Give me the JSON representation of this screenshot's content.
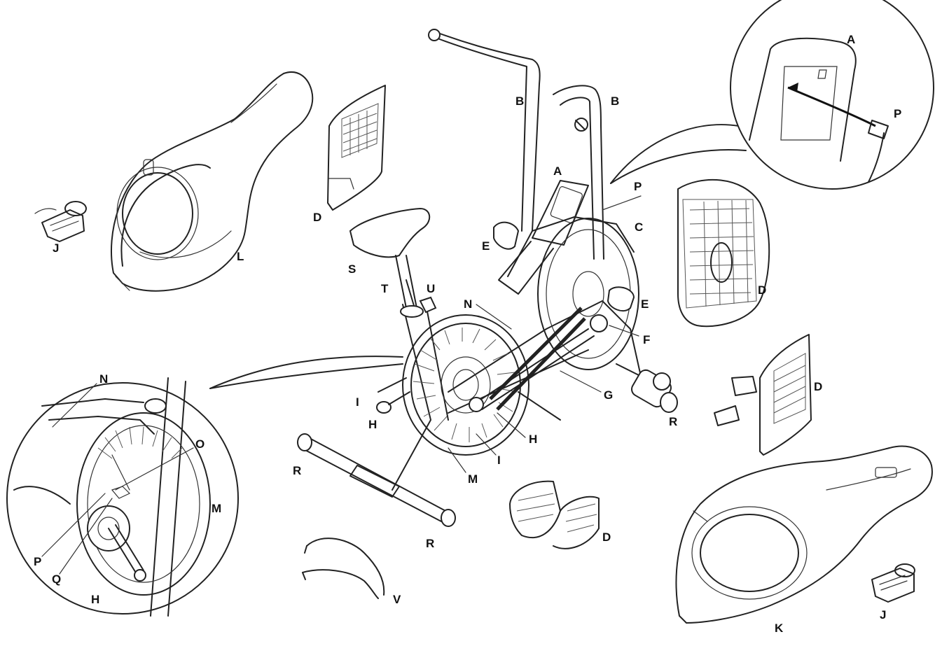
{
  "labels": {
    "A_console": "A",
    "A_inset": "A",
    "B_left": "B",
    "B_right": "B",
    "C": "C",
    "D_top_panel": "D",
    "D_right_big": "D",
    "D_right_panel": "D",
    "D_bottom": "D",
    "E_left": "E",
    "E_right": "E",
    "F": "F",
    "G": "G",
    "H_left": "H",
    "H_center": "H",
    "H_inset": "H",
    "I_left": "I",
    "I_center": "I",
    "J_left": "J",
    "J_right": "J",
    "K": "K",
    "L": "L",
    "M_center": "M",
    "M_inset": "M",
    "N_center": "N",
    "N_inset": "N",
    "O": "O",
    "P_console": "P",
    "P_top_inset": "P",
    "P_inset": "P",
    "Q": "Q",
    "R_left": "R",
    "R_bottom": "R",
    "R_right": "R",
    "S": "S",
    "T": "T",
    "U": "U",
    "V": "V"
  }
}
